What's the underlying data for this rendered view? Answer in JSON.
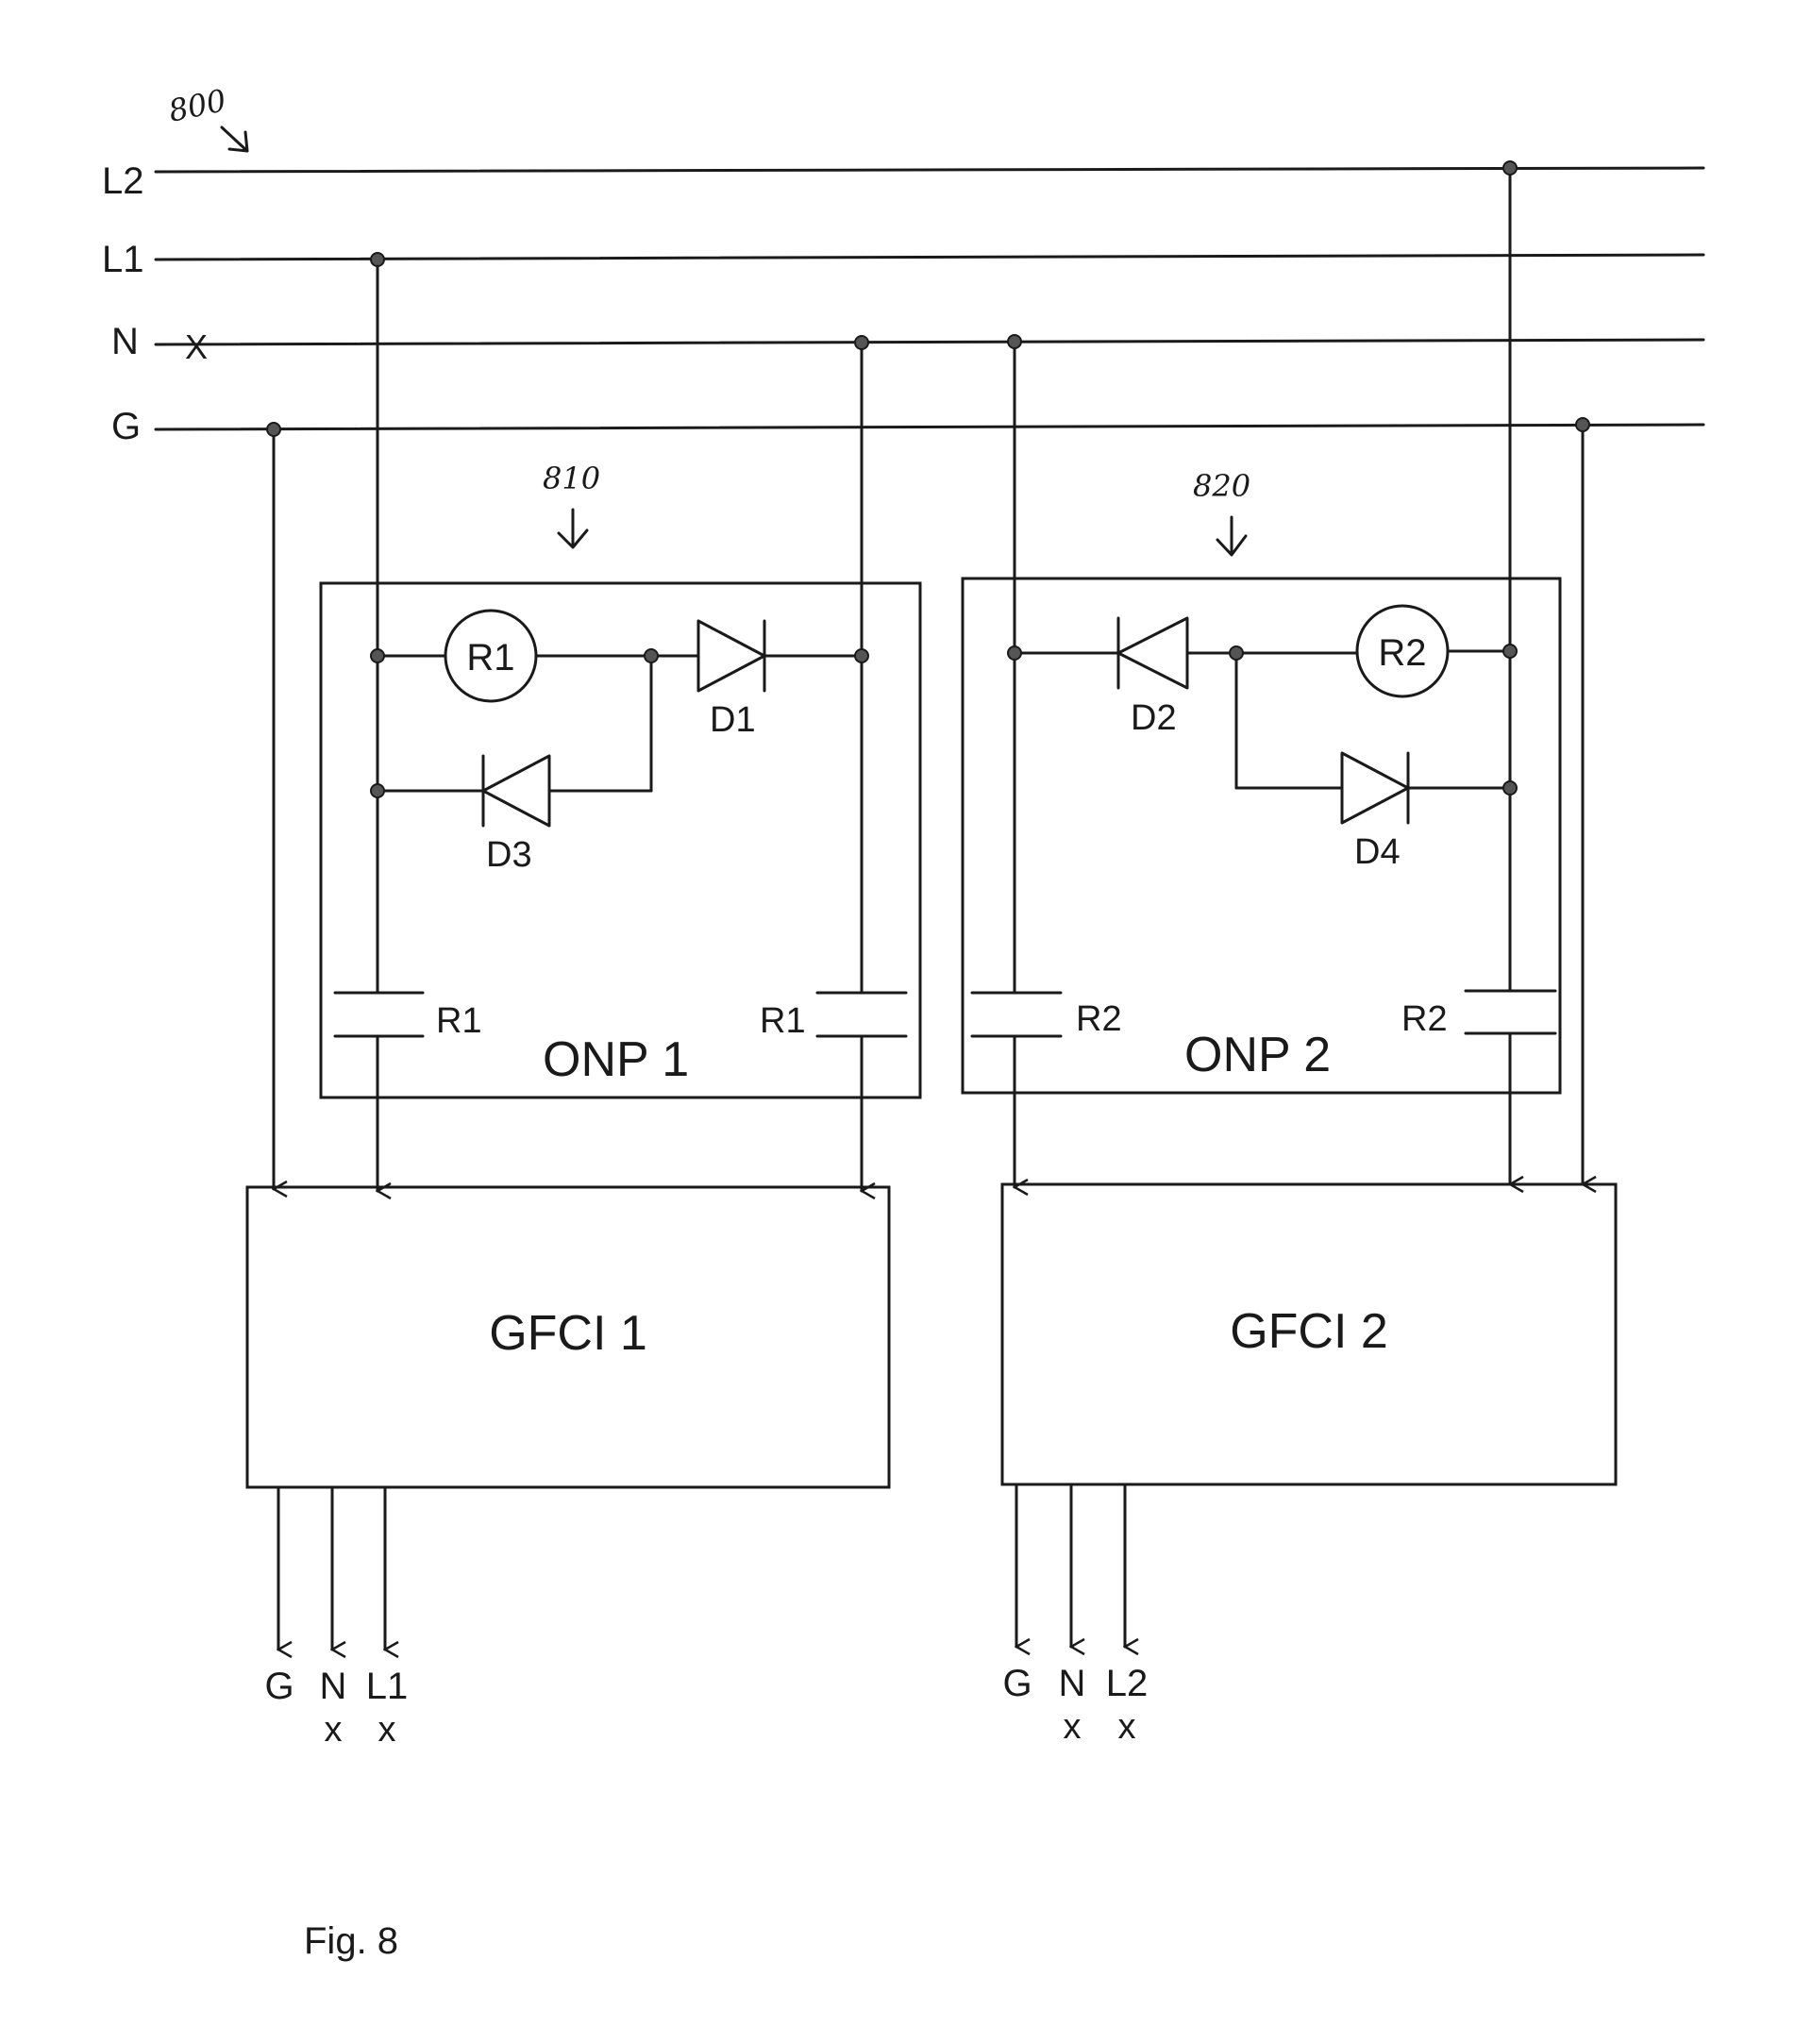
{
  "diagram": {
    "ref_main": "800",
    "ref_onp1": "810",
    "ref_onp2": "820",
    "lines": {
      "l2": "L2",
      "l1": "L1",
      "n": "N",
      "g": "G"
    },
    "n_break": "X",
    "onp1": {
      "title": "ONP 1",
      "relay_coil": "R1",
      "diode_top": "D1",
      "diode_bottom": "D3",
      "contact_left": "R1",
      "contact_right": "R1"
    },
    "onp2": {
      "title": "ONP 2",
      "relay_coil": "R2",
      "diode_top": "D2",
      "diode_bottom": "D4",
      "contact_left": "R2",
      "contact_right": "R2"
    },
    "gfci1": {
      "title": "GFCI 1",
      "outputs": [
        "G",
        "N",
        "L1"
      ],
      "marks": [
        "x",
        "x"
      ]
    },
    "gfci2": {
      "title": "GFCI 2",
      "outputs": [
        "G",
        "N",
        "L2"
      ],
      "marks": [
        "x",
        "x"
      ]
    },
    "caption": "Fig. 8"
  }
}
